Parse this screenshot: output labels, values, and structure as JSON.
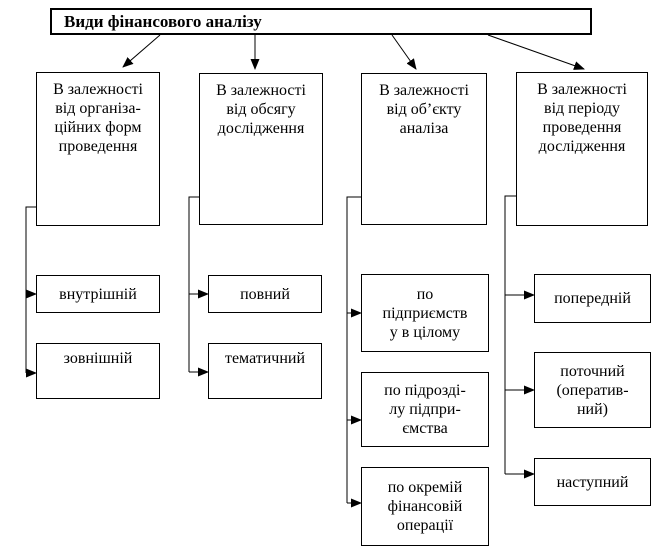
{
  "diagram": {
    "title": "Види фінансового аналізу",
    "columns": [
      {
        "category": "В залежності\nвід організа-\nційних форм\nпроведення",
        "children": [
          "внутрішній",
          "зовнішній"
        ]
      },
      {
        "category": "В залежності\nвід обсягу\nдослідження",
        "children": [
          "повний",
          "тематичний"
        ]
      },
      {
        "category": "В залежності\nвід об’єкту\nаналіза",
        "children": [
          "по\nпідприємств\nу в цілому",
          "по підрозді-\nлу підпри-\nємства",
          "по окремій\nфінансовій\nоперації"
        ]
      },
      {
        "category": "В залежності\nвід періоду\nпроведення\nдослідження",
        "children": [
          "попередній",
          "поточний\n(оператив-\nний)",
          "наступний"
        ]
      }
    ],
    "colors": {
      "line": "#000000",
      "box_background": "#ffffff",
      "text": "#000000"
    }
  }
}
